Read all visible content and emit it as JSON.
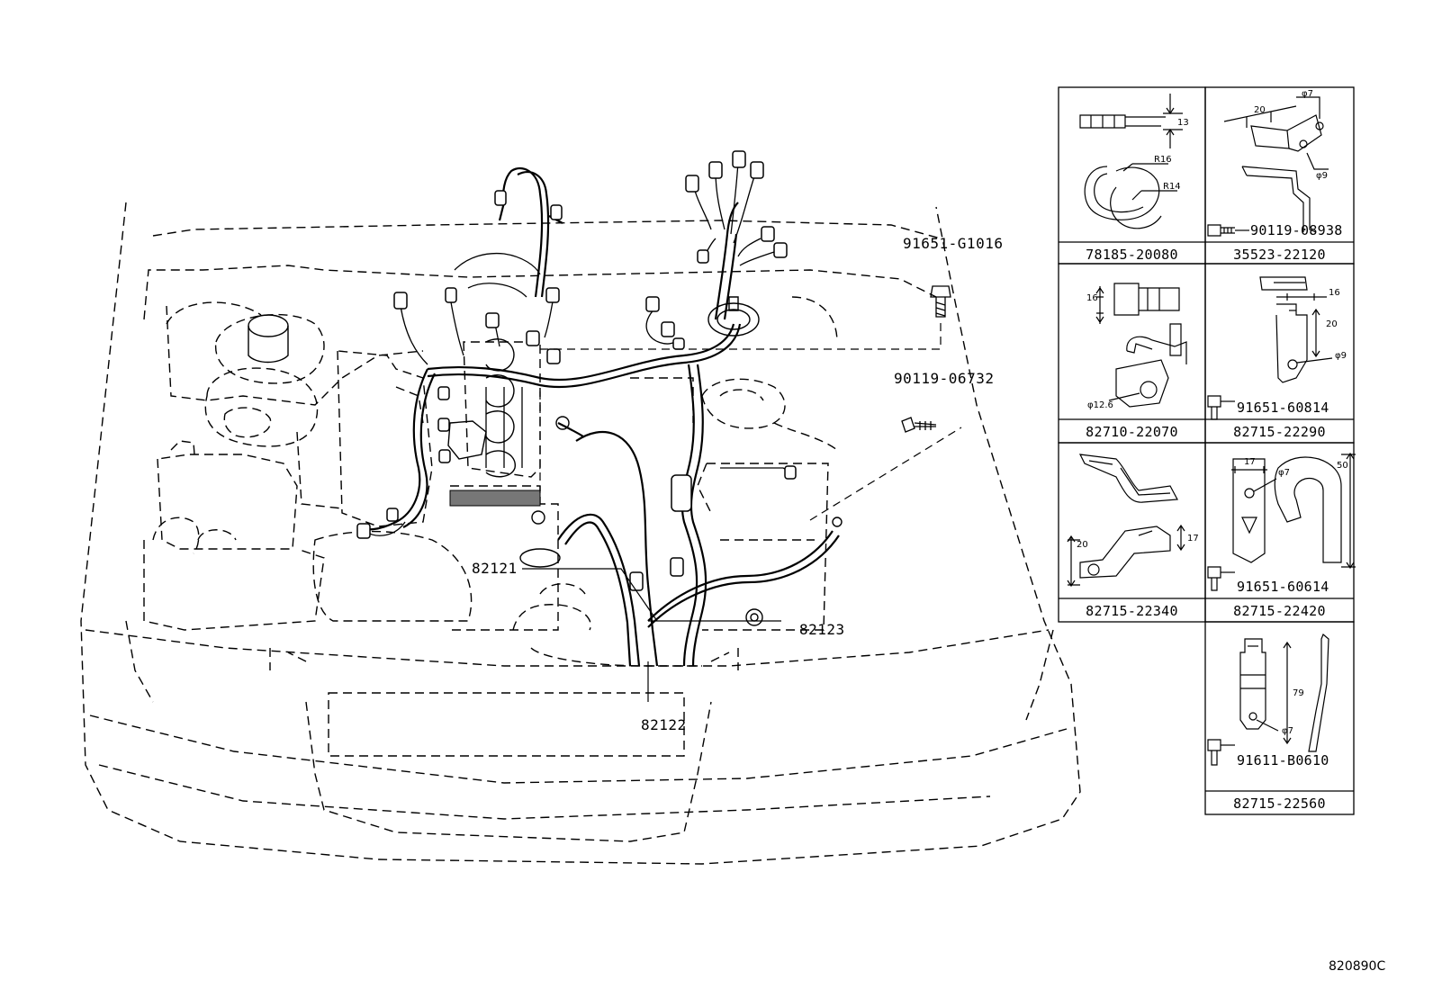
{
  "callouts": {
    "grommet_bolt": "91651-G1016",
    "clip_bolt": "90119-06732",
    "harness_engine_room": "82121",
    "harness_front": "82122",
    "harness_battery": "82123"
  },
  "parts_table": {
    "cells": [
      {
        "part": "78185-20080",
        "dims": [
          "13",
          "R16",
          "R14"
        ],
        "bolt": ""
      },
      {
        "part": "35523-22120",
        "dims": [
          "20",
          "φ7",
          "φ9"
        ],
        "bolt": "90119-08938"
      },
      {
        "part": "82710-22070",
        "dims": [
          "16",
          "φ12.6"
        ],
        "bolt": ""
      },
      {
        "part": "82715-22290",
        "dims": [
          "16",
          "20",
          "φ9"
        ],
        "bolt": "91651-60814"
      },
      {
        "part": "82715-22340",
        "dims": [
          "20",
          "17"
        ],
        "bolt": ""
      },
      {
        "part": "82715-22420",
        "dims": [
          "17",
          "φ7",
          "50"
        ],
        "bolt": "91651-60614"
      },
      {
        "part": "82715-22560",
        "dims": [
          "79",
          "φ7"
        ],
        "bolt": "91611-B0610"
      }
    ]
  },
  "reference_code": "820890C"
}
